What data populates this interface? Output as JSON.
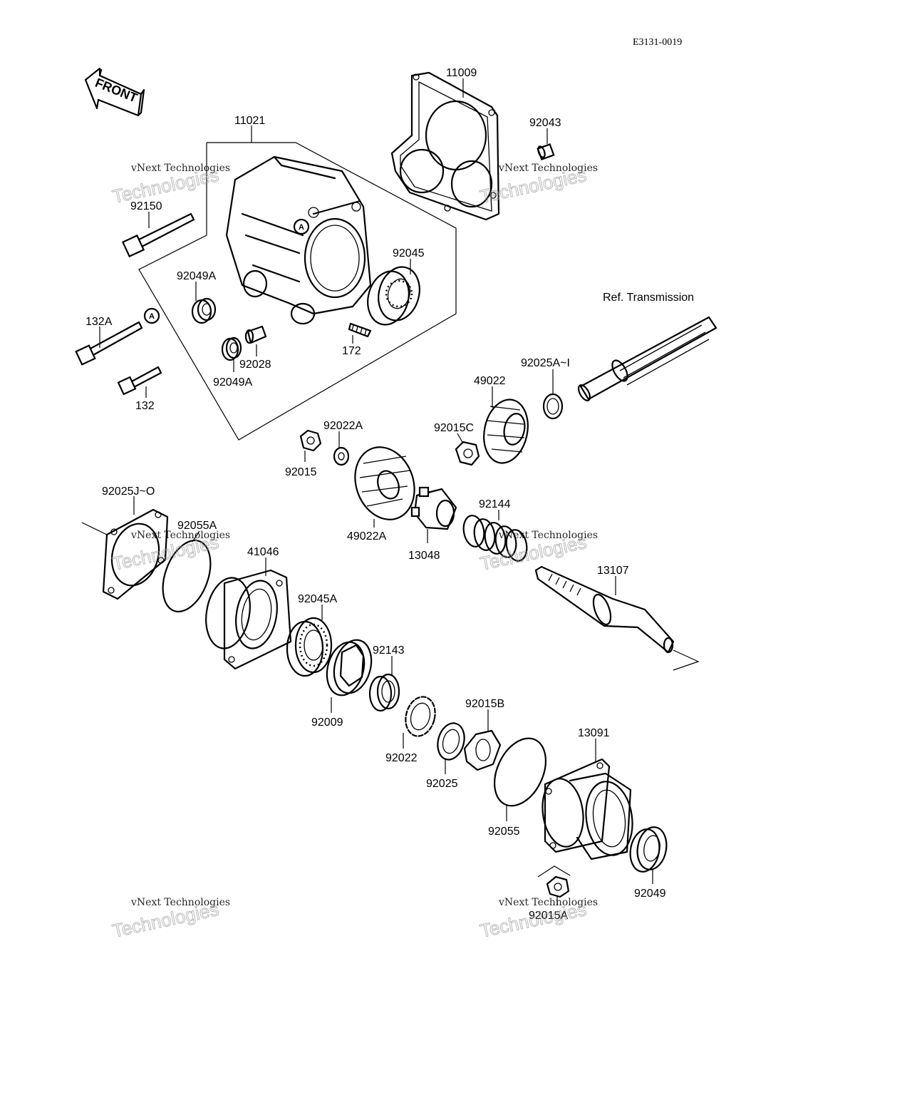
{
  "diagram_code": "E3131-0019",
  "front_arrow_label": "FRONT",
  "marker_letter": "A",
  "reference_label": "Ref. Transmission",
  "watermark": {
    "line1": "vNext Technologies",
    "line2": "Technologies"
  },
  "parts": {
    "p11009": "11009",
    "p92043": "92043",
    "p11021": "11021",
    "p92150": "92150",
    "p92045": "92045",
    "p92049A_top": "92049A",
    "p132A": "132A",
    "p92028": "92028",
    "p172": "172",
    "p92049A_bottom": "92049A",
    "p132": "132",
    "p92025A_I": "92025A~I",
    "p49022": "49022",
    "p92022A": "92022A",
    "p92015C": "92015C",
    "p92015": "92015",
    "p92025J_O": "92025J~O",
    "p92055A": "92055A",
    "p41046": "41046",
    "p92144": "92144",
    "p49022A": "49022A",
    "p13048": "13048",
    "p13107": "13107",
    "p92045A": "92045A",
    "p92143": "92143",
    "p92009": "92009",
    "p92015B": "92015B",
    "p13091": "13091",
    "p92022": "92022",
    "p92025": "92025",
    "p92055": "92055",
    "p92049": "92049",
    "p92015A": "92015A"
  }
}
